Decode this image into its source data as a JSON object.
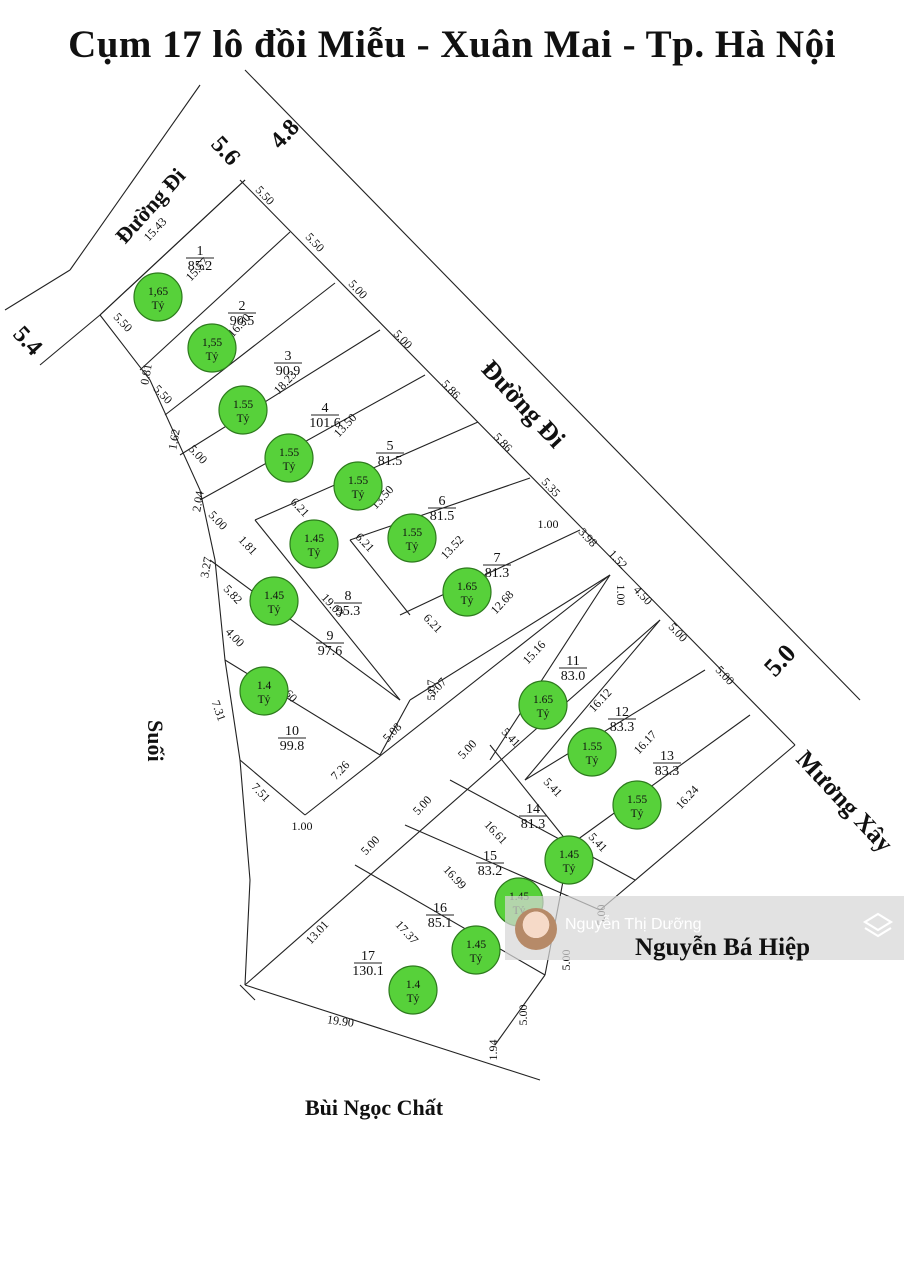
{
  "title": "Cụm 17 lô đồi Miễu - Xuân Mai - Tp. Hà Nội",
  "roads": {
    "duong_di_top": "Đường Đi",
    "duong_di_right": "Đường Đi",
    "muong_xay": "Mương Xây",
    "suoi": "Suối",
    "bui_ngoc_chat": "Bùi Ngọc Chất",
    "nguyen_ba_hiep": "Nguyễn Bá Hiệp",
    "width_56": "5.6",
    "width_48": "4.8",
    "width_54": "5.4",
    "width_50": "5.0"
  },
  "lots": [
    {
      "no": "1",
      "area": "85.2",
      "price": "1,65",
      "unit": "Tỷ"
    },
    {
      "no": "2",
      "area": "90.5",
      "price": "1,55",
      "unit": "Tỷ"
    },
    {
      "no": "3",
      "area": "90.9",
      "price": "1.55",
      "unit": "Tỷ"
    },
    {
      "no": "4",
      "area": "101.6",
      "price": "1.55",
      "unit": "Tỷ"
    },
    {
      "no": "5",
      "area": "81.5",
      "price": "1.55",
      "unit": "Tỷ"
    },
    {
      "no": "6",
      "area": "81.5",
      "price": "1.55",
      "unit": "Tỷ"
    },
    {
      "no": "7",
      "area": "81.3",
      "price": "1.65",
      "unit": "Tỷ"
    },
    {
      "no": "8",
      "area": "95.3",
      "price": "1.45",
      "unit": "Tỷ"
    },
    {
      "no": "9",
      "area": "97.6",
      "price": "1.45",
      "unit": "Tỷ"
    },
    {
      "no": "10",
      "area": "99.8",
      "price": "1.4",
      "unit": "Tỷ"
    },
    {
      "no": "11",
      "area": "83.0",
      "price": "1.65",
      "unit": "Tỷ"
    },
    {
      "no": "12",
      "area": "83.3",
      "price": "1.55",
      "unit": "Tỷ"
    },
    {
      "no": "13",
      "area": "83.3",
      "price": "1.55",
      "unit": "Tỷ"
    },
    {
      "no": "14",
      "area": "81.3",
      "price": "1.45",
      "unit": "Tỷ"
    },
    {
      "no": "15",
      "area": "83.2",
      "price": "1.45",
      "unit": "Tỷ"
    },
    {
      "no": "16",
      "area": "85.1",
      "price": "1.45",
      "unit": "Tỷ"
    },
    {
      "no": "17",
      "area": "130.1",
      "price": "1.4",
      "unit": "Tỷ"
    }
  ],
  "dimensions": [
    "5.50",
    "15.43",
    "5.50",
    "15.57",
    "5.00",
    "16.50",
    "5.00",
    "18.23",
    "5.86",
    "13.50",
    "5.86",
    "13.50",
    "5.35",
    "13.52",
    "1.00",
    "3.98",
    "12.68",
    "1.52",
    "4.50",
    "1.00",
    "15.16",
    "5.00",
    "5.00",
    "16.12",
    "16.17",
    "16.24",
    "5.41",
    "5.41",
    "5.41",
    "5.00",
    "5.00",
    "5.00",
    "1.94",
    "19.90",
    "13.01",
    "17.37",
    "16.99",
    "16.61",
    "5.00",
    "5.00",
    "5.00",
    "5.50",
    "0.81",
    "5.50",
    "1.62",
    "5.00",
    "2.04",
    "5.00",
    "3.27",
    "1.81",
    "5.82",
    "4.00",
    "7.31",
    "7.51",
    "1.00",
    "7.26",
    "5.08",
    "5.07",
    "13.60",
    "19.03",
    "6.21",
    "6.21",
    "6.21",
    "5.07"
  ],
  "watermark": {
    "author": "Nguyễn Thị Dưỡng"
  },
  "colors": {
    "price_fill": "#57d13a",
    "text": "#111111"
  }
}
